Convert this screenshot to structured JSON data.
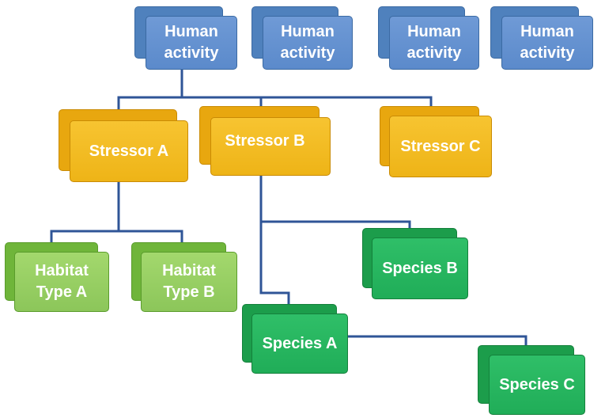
{
  "nodes": {
    "activity_1": "Human\nactivity",
    "activity_2": "Human\nactivity",
    "activity_3": "Human\nactivity",
    "activity_4": "Human\nactivity",
    "stressor_a": "Stressor A",
    "stressor_b": "Stressor B",
    "stressor_c": "Stressor C",
    "habitat_a": "Habitat\nType A",
    "habitat_b": "Habitat\nType B",
    "species_a": "Species A",
    "species_b": "Species B",
    "species_c": "Species C"
  },
  "colors": {
    "activity": "#5b8acb",
    "stressor": "#f0b81b",
    "habitat": "#8cc65a",
    "species": "#20ad58",
    "connector": "#2f5597"
  }
}
